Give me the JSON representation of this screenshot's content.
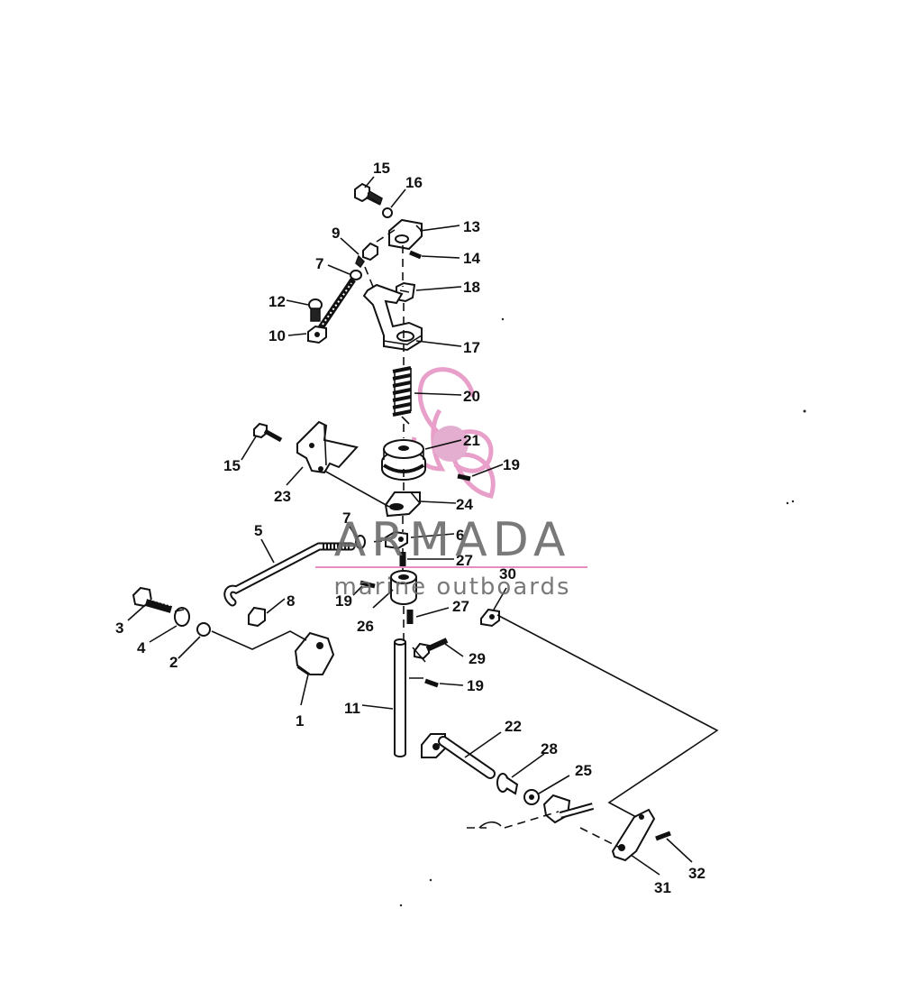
{
  "watermark": {
    "brand": "ARMADA",
    "tagline": "marine outboards",
    "accent_color": "#e48fc0",
    "text_color": "#6b6b6b"
  },
  "labels": {
    "p1": "1",
    "p2": "2",
    "p3": "3",
    "p4": "4",
    "p5": "5",
    "p6": "6",
    "p7a": "7",
    "p7b": "7",
    "p8": "8",
    "p9": "9",
    "p10": "10",
    "p11": "11",
    "p12": "12",
    "p13": "13",
    "p14": "14",
    "p15a": "15",
    "p15b": "15",
    "p16": "16",
    "p17": "17",
    "p18": "18",
    "p19a": "19",
    "p19b": "19",
    "p19c": "19",
    "p20": "20",
    "p21": "21",
    "p22": "22",
    "p23": "23",
    "p24": "24",
    "p25": "25",
    "p26": "26",
    "p27a": "27",
    "p27b": "27",
    "p28": "28",
    "p29": "29",
    "p30": "30",
    "p31": "31",
    "p32": "32"
  }
}
